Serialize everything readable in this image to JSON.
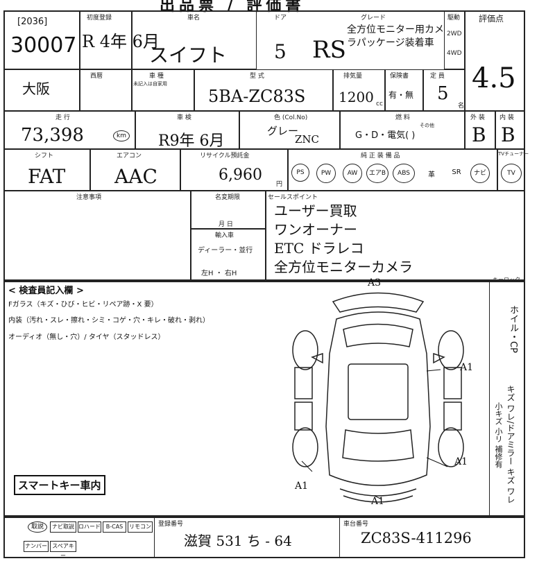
{
  "title": "出品票 / 評価書",
  "lot": {
    "code": "[2036]",
    "number": "30007"
  },
  "reg": {
    "first_reg_label": "初度登録",
    "first_reg": "R 4年 6月",
    "car_name_label": "車名",
    "car_name": "スイフト",
    "door_label": "ドア",
    "doors": "5",
    "grade_label": "グレード",
    "grade": "RS",
    "grade_note": "全方位モニター用カメラパッケージ装着車",
    "drive_label": "駆動",
    "drive_2wd": "2WD",
    "drive_4wd": "4WD",
    "score_label": "評価点",
    "score": "4.5"
  },
  "row2": {
    "region": "大阪",
    "west_label": "西暦",
    "body_label": "車 種",
    "note_small": "未記入は自家用",
    "model_label": "型 式",
    "model": "5BA-ZC83S",
    "displacement_label": "排気量",
    "displacement": "1200",
    "cc": "cc",
    "insurance_label": "保険書",
    "insurance": "有・無",
    "capacity_label": "定 員",
    "capacity": "5",
    "capacity_unit": "名"
  },
  "row3": {
    "mileage_label": "走 行",
    "mileage": "73,398",
    "mileage_unit": "km",
    "inspection_label": "車 検",
    "inspection": "R9年 6月",
    "color_label": "色 (Col.No)",
    "color": "グレー",
    "color_code": "ZNC",
    "fuel_label": "燃 料",
    "fuel_options": "G・D・電気(    )",
    "fuel_other": "その他",
    "exterior_label": "外 装",
    "exterior": "B",
    "interior_label": "内 装",
    "interior": "B"
  },
  "row4": {
    "shift_label": "シフト",
    "shift": "FAT",
    "aircon_label": "エアコン",
    "aircon": "AAC",
    "recycle_label": "リサイクル預託金",
    "recycle": "6,960",
    "recycle_unit": "円",
    "equipment_label": "純 正 装 備 品",
    "equipment": [
      "PS",
      "PW",
      "AW",
      "エアB",
      "ABS",
      "革",
      "SR",
      "ナビ",
      "TV"
    ],
    "tuner_label": "TVチューナー"
  },
  "notes": {
    "notes_label": "注意事項",
    "name_change_label": "名変期限",
    "name_change_md": "月     日",
    "import_label": "輸入車",
    "dealer": "ディーラー・並行",
    "handle": "左H ・ 右H",
    "sales_label": "セールスポイント",
    "sales_points": [
      "ユーザー買取",
      "ワンオーナー",
      "ETC ドラレコ",
      "全方位モニターカメラ"
    ]
  },
  "inspector": {
    "heading": "< 検査員記入欄 >",
    "line1": "Fガラス（キズ・ひび・ヒビ・リペア跡・X 要）",
    "line2": "内装（汚れ・スレ・擦れ・シミ・コゲ・穴・キレ・破れ・剥れ）",
    "line3": "オーディオ（無し・穴）/ タイヤ（スタッドレス）",
    "smart_key": "スマートキー車内"
  },
  "damage": {
    "a3": "A3",
    "a1_right_top": "A1",
    "a1_right_bottom": "A1",
    "a1_left": "A1",
    "a1_bottom": "A1"
  },
  "keyless_label": "キーロック",
  "side_vertical_1": "ホイル・CP",
  "side_vertical_2": "キズ ワレ/ドアミラー キズ ワレ",
  "side_vertical_3": "小キズ 小リ 補修有",
  "bottom": {
    "items": [
      "取説",
      "ナビ取説",
      "ロハード",
      "B-CAS",
      "リモコン"
    ],
    "items2": [
      "ナンバー",
      "スペアキー"
    ],
    "plate_label": "登録番号",
    "plate": "滋賀 531 ち - 64",
    "chassis_label": "車台番号",
    "chassis": "ZC83S-411296"
  }
}
